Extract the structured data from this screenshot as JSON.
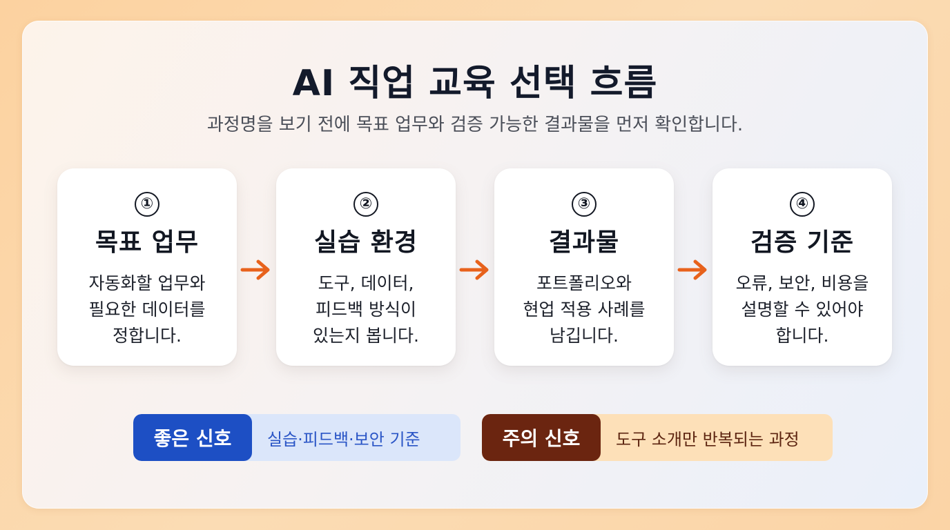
{
  "title": "AI 직업 교육 선택 흐름",
  "subtitle": "과정명을 보기 전에 목표 업무와 검증 가능한 결과물을 먼저 확인합니다.",
  "steps": [
    {
      "number": "①",
      "heading": "목표 업무",
      "lines": [
        "자동화할 업무와",
        "필요한 데이터를",
        "정합니다."
      ]
    },
    {
      "number": "②",
      "heading": "실습 환경",
      "lines": [
        "도구, 데이터,",
        "피드백 방식이",
        "있는지 봅니다."
      ]
    },
    {
      "number": "③",
      "heading": "결과물",
      "lines": [
        "포트폴리오와",
        "현업 적용 사례를",
        "남깁니다."
      ]
    },
    {
      "number": "④",
      "heading": "검증 기준",
      "lines": [
        "오류, 보안, 비용을",
        "설명할 수 있어야",
        "합니다."
      ]
    }
  ],
  "signals": {
    "good": {
      "tag": "좋은 신호",
      "text": "실습·피드백·보안 기준"
    },
    "warn": {
      "tag": "주의 신호",
      "text": "도구 소개만 반복되는 과정"
    }
  },
  "colors": {
    "arrow": "#e8621c",
    "good_tag": "#1d4fc4",
    "warn_tag": "#6b2510"
  }
}
